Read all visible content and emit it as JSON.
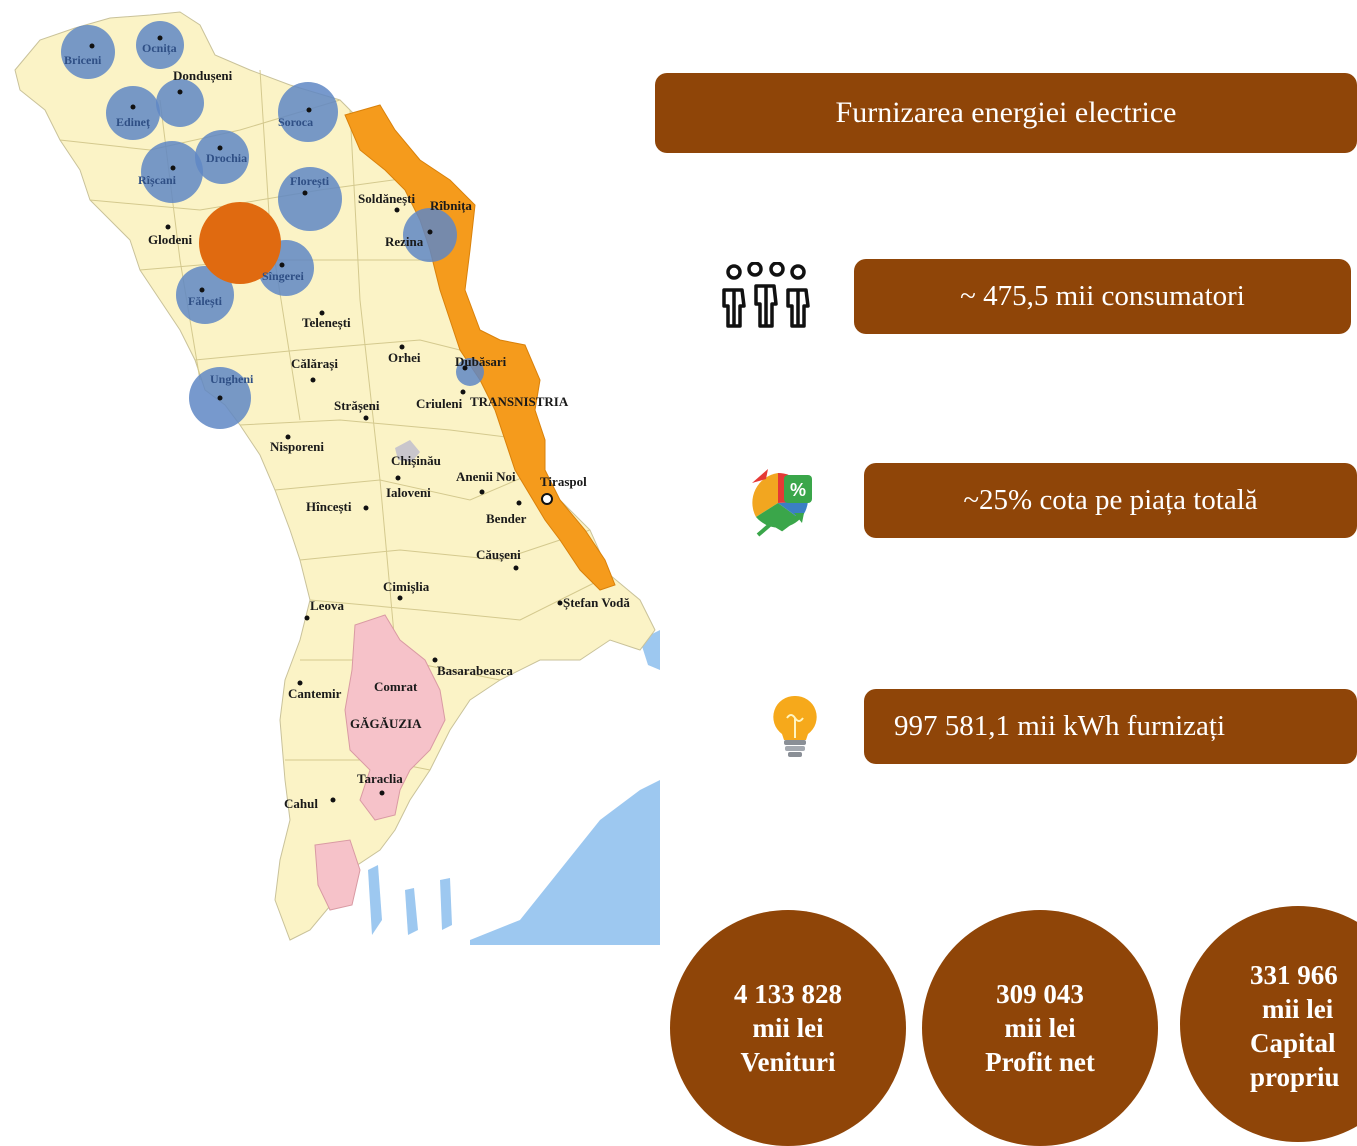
{
  "map": {
    "regions": [
      {
        "name": "Briceni"
      },
      {
        "name": "Ocnița"
      },
      {
        "name": "Dondușeni"
      },
      {
        "name": "Edineț"
      },
      {
        "name": "Soroca"
      },
      {
        "name": "Drochia"
      },
      {
        "name": "Rîșcani"
      },
      {
        "name": "Florești"
      },
      {
        "name": "Soldănești"
      },
      {
        "name": "Rîbnița"
      },
      {
        "name": "Glodeni"
      },
      {
        "name": "Rezina"
      },
      {
        "name": "Sîngerei"
      },
      {
        "name": "Fălești"
      },
      {
        "name": "Telenești"
      },
      {
        "name": "Călărași"
      },
      {
        "name": "Orhei"
      },
      {
        "name": "Dubăsari"
      },
      {
        "name": "Ungheni"
      },
      {
        "name": "Strășeni"
      },
      {
        "name": "Criuleni"
      },
      {
        "name": "TRANSNISTRIA"
      },
      {
        "name": "Nisporeni"
      },
      {
        "name": "Chișinău"
      },
      {
        "name": "Anenii Noi"
      },
      {
        "name": "Tiraspol"
      },
      {
        "name": "Ialoveni"
      },
      {
        "name": "Hîncești"
      },
      {
        "name": "Bender"
      },
      {
        "name": "Căușeni"
      },
      {
        "name": "Cimișlia"
      },
      {
        "name": "Ștefan Vodă"
      },
      {
        "name": "Leova"
      },
      {
        "name": "Basarabeasca"
      },
      {
        "name": "Cantemir"
      },
      {
        "name": "Comrat"
      },
      {
        "name": "GĂGĂUZIA"
      },
      {
        "name": "Taraclia"
      },
      {
        "name": "Cahul"
      }
    ],
    "colors": {
      "land": "#fbf3c6",
      "transnistria": "#f59b1c",
      "gagauzia": "#f6c2c9",
      "water": "#9dc8f0",
      "blue_circle": "#5f87c4",
      "orange_circle": "#e06a10"
    }
  },
  "banner": {
    "title": "Furnizarea energiei electrice"
  },
  "metrics": [
    {
      "icon": "people-icon",
      "text": "~ 475,5 mii consumatori"
    },
    {
      "icon": "percent-chart-icon",
      "text": "~25% cota pe piața totală"
    },
    {
      "icon": "lightbulb-icon",
      "text": "997 581,1 mii kWh furnizați"
    }
  ],
  "stats": [
    {
      "lines": [
        "4 133 828",
        "mii lei",
        "Venituri"
      ]
    },
    {
      "lines": [
        "309 043",
        "mii lei",
        "Profit net"
      ]
    },
    {
      "lines": [
        "331 966",
        "mii lei",
        "Capital",
        "propriu"
      ]
    }
  ],
  "accent_color": "#8f4508"
}
